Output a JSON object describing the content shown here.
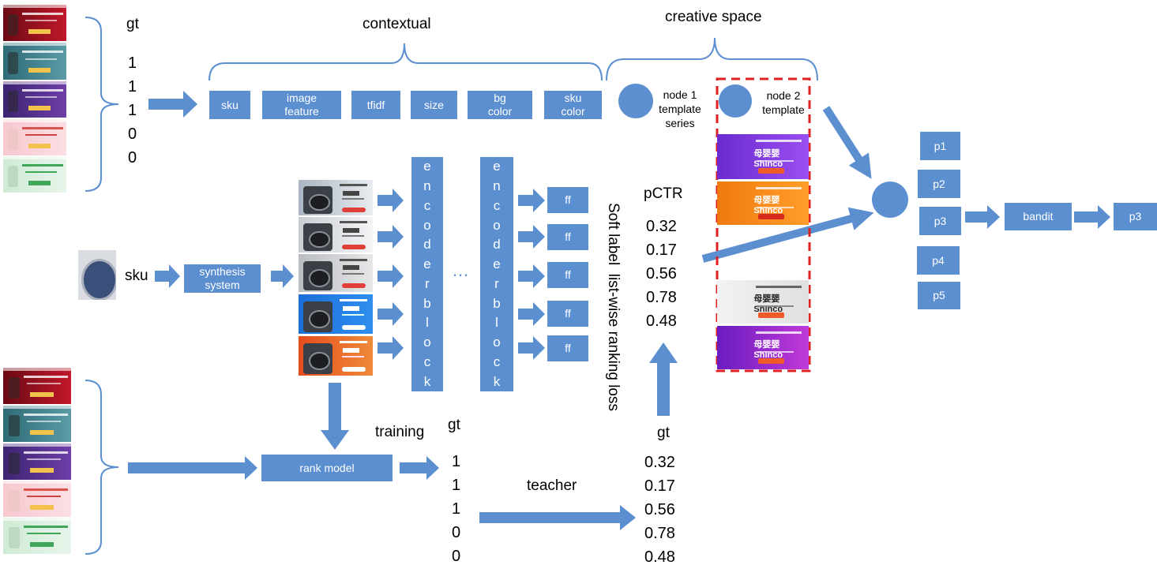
{
  "top": {
    "gt_label": "gt",
    "gt_values": [
      "1",
      "1",
      "1",
      "0",
      "0"
    ],
    "contextual_label": "contextual",
    "creative_space_label": "creative space",
    "features": [
      "sku",
      "image\nfeature",
      "tfidf",
      "size",
      "bg\ncolor",
      "sku\ncolor"
    ],
    "node1_label": "node 1\ntemplate\nseries",
    "node2_label": "node 2\ntemplate"
  },
  "middle": {
    "sku_label": "sku",
    "synthesis_label": "synthesis\nsystem",
    "encoder_letters": [
      "e",
      "n",
      "c",
      "o",
      "d",
      "e",
      "r",
      "b",
      "l",
      "o",
      "c",
      "k"
    ],
    "ellipsis": "…",
    "ff_labels": [
      "ff",
      "ff",
      "ff",
      "ff",
      "ff"
    ],
    "pctr_label": "pCTR",
    "pctr_values": [
      "0.32",
      "0.17",
      "0.56",
      "0.78",
      "0.48"
    ],
    "loss_label": "Soft label  list-wise ranking loss",
    "ad_brand": "母婴婴Shinco"
  },
  "bottom": {
    "rank_model_label": "rank model",
    "training_label": "training",
    "gt_label": "gt",
    "gt_values": [
      "1",
      "1",
      "1",
      "0",
      "0"
    ],
    "teacher_label": "teacher",
    "gt2_label": "gt",
    "gt2_values": [
      "0.32",
      "0.17",
      "0.56",
      "0.78",
      "0.48"
    ]
  },
  "right": {
    "p_labels": [
      "p1",
      "p2",
      "p3",
      "p4",
      "p5"
    ],
    "bandit_label": "bandit",
    "result_label": "p3"
  },
  "colors": {
    "box": "#5b8fd0",
    "dashed": "#e02020"
  }
}
